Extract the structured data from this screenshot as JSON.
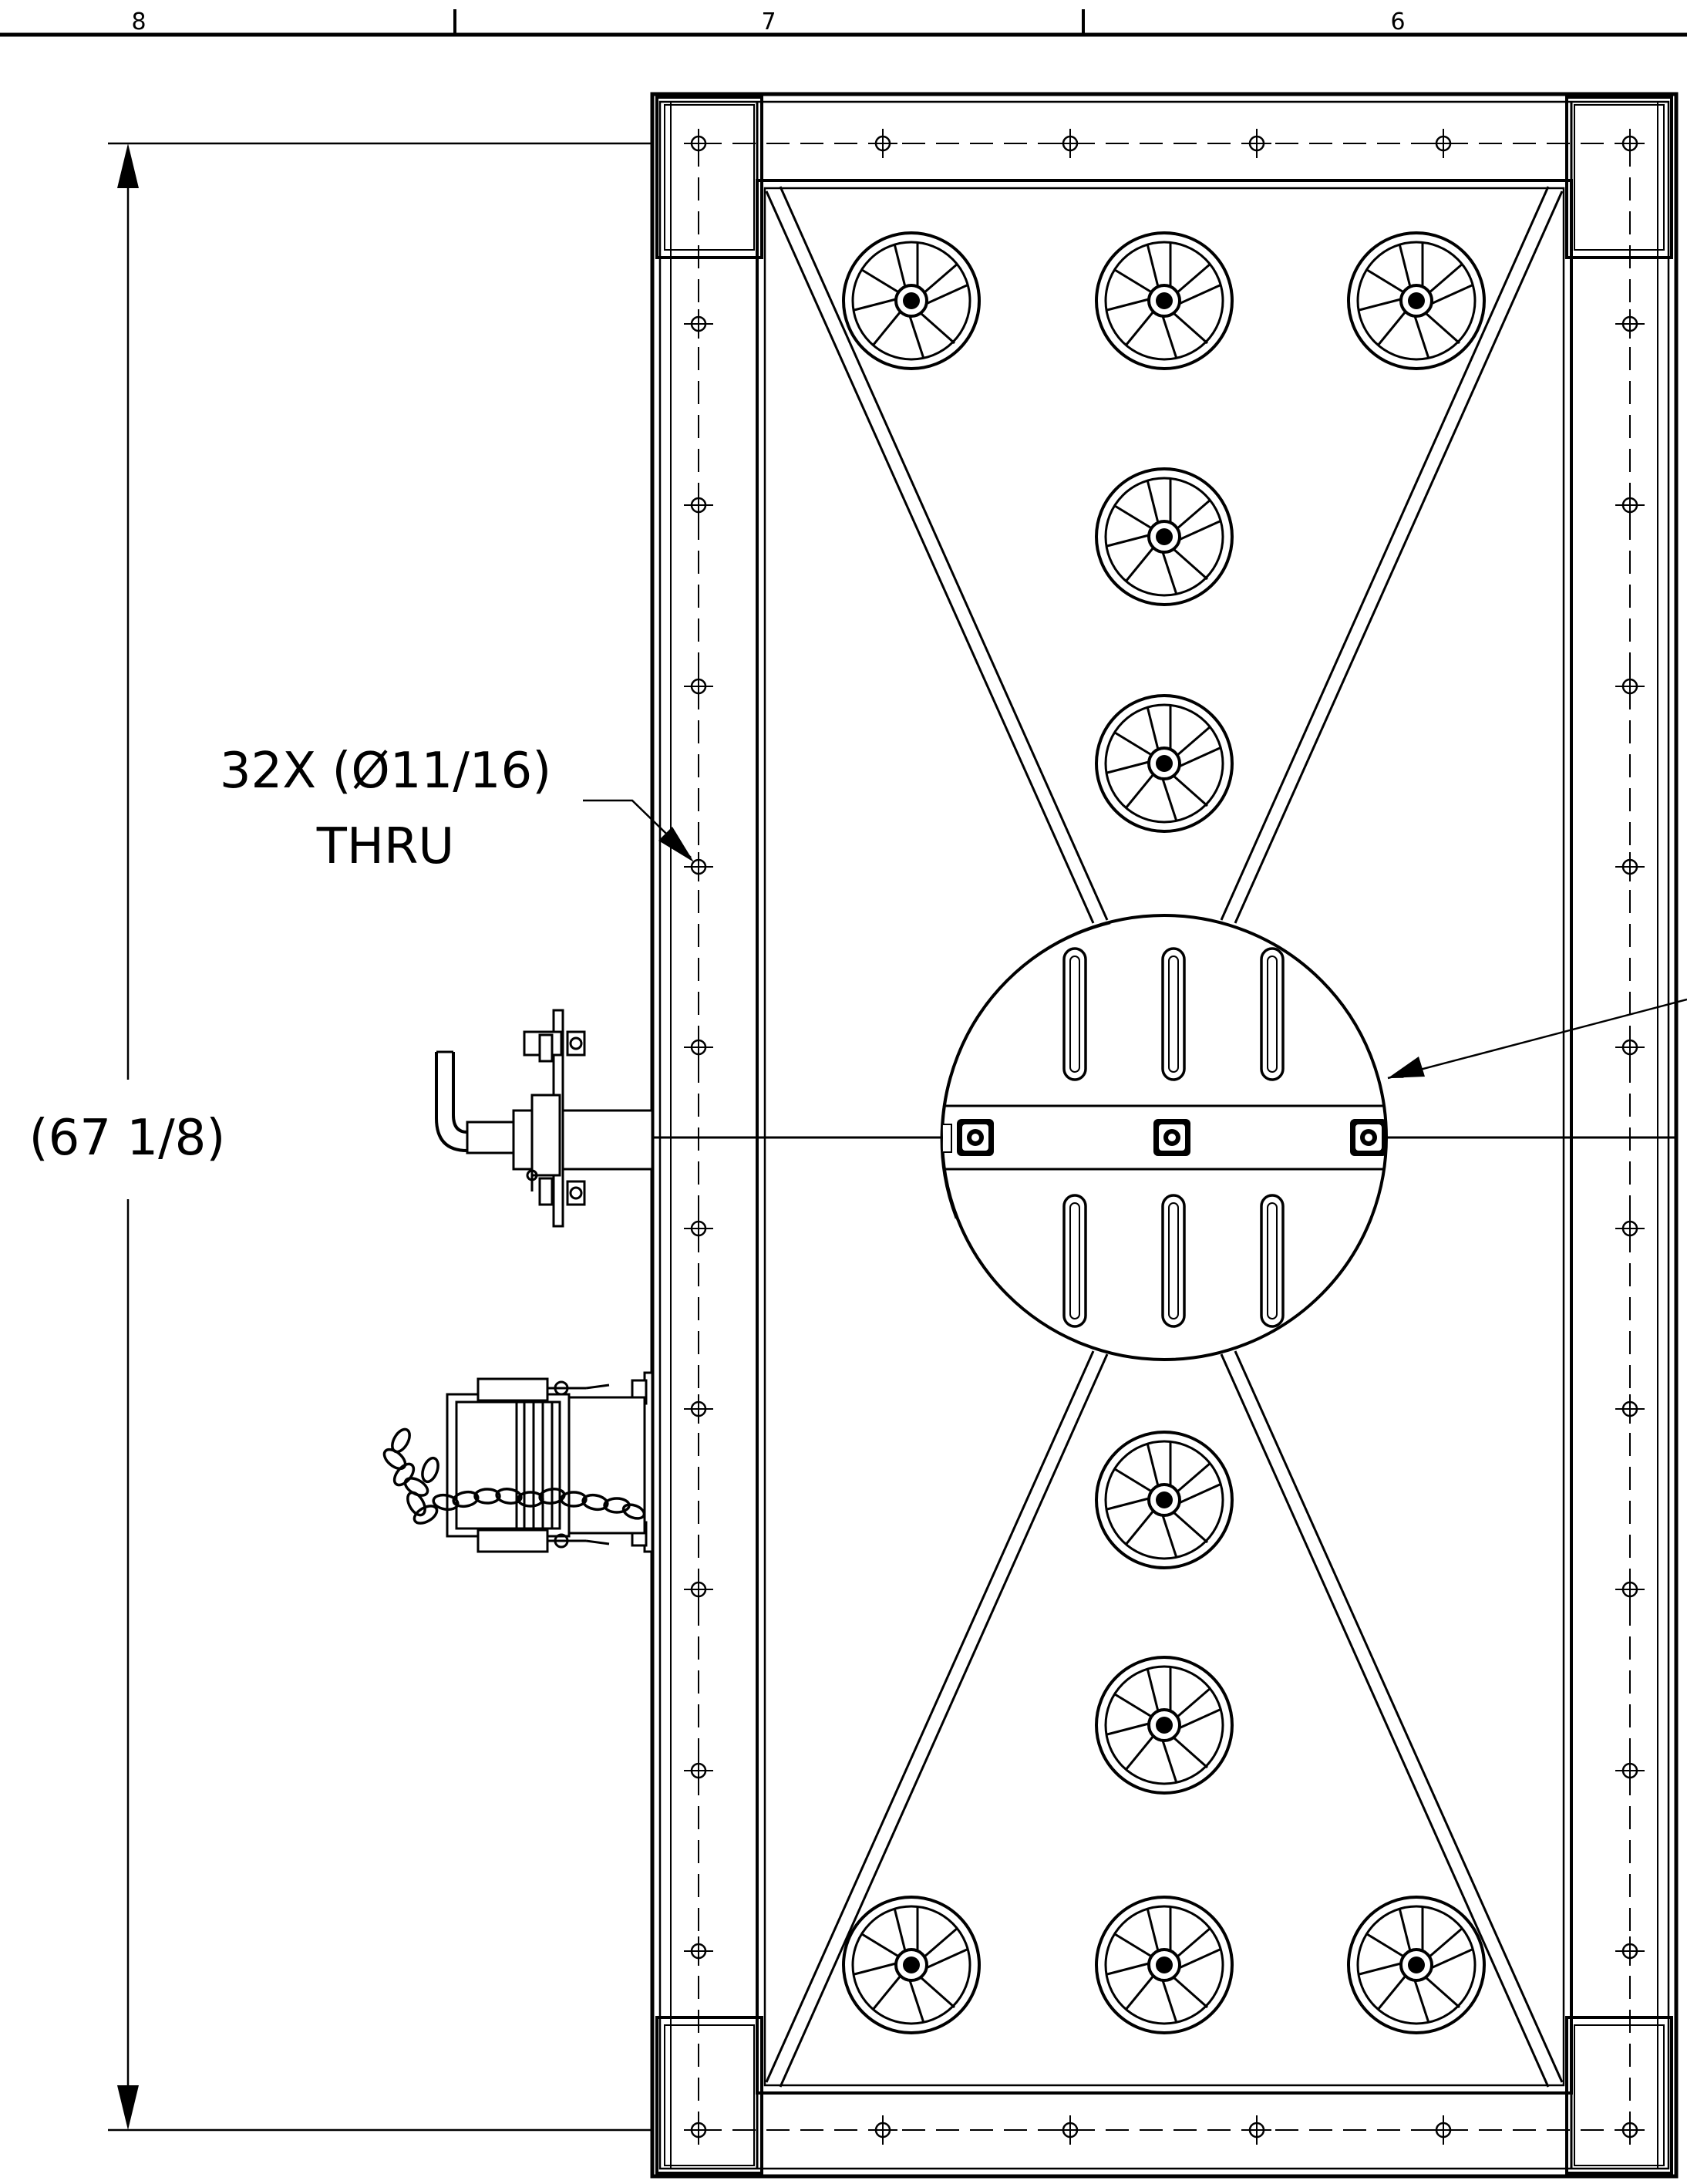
{
  "drawing": {
    "zone_labels": [
      "8",
      "7",
      "6"
    ],
    "hole_callout": {
      "line1": "32X (Ø11/16)",
      "line2": "THRU"
    },
    "overall_dimension": "(67 1/8)",
    "line_color": "#000000",
    "background_color": "#ffffff",
    "components": [
      "frame",
      "corner-gussets",
      "diagonal-braces",
      "spoked-wheel",
      "center-turntable",
      "side-latch-assembly",
      "chain-hitch-assembly",
      "bolt-holes"
    ]
  }
}
